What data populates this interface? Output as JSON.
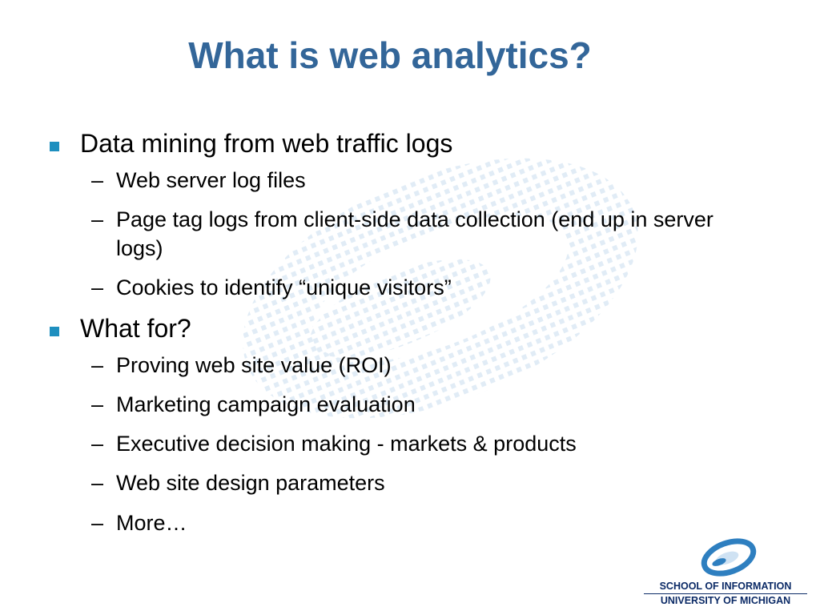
{
  "slide": {
    "title": "What is web analytics?",
    "bullets": [
      {
        "text": "Data mining from web traffic logs",
        "subitems": [
          "Web server log files",
          "Page tag logs from client-side data collection (end up in server logs)",
          "Cookies to identify “unique visitors”"
        ]
      },
      {
        "text": "What for?",
        "subitems": [
          "Proving web site value (ROI)",
          "Marketing campaign evaluation",
          "Executive decision making - markets & products",
          "Web site design parameters",
          "More…"
        ]
      }
    ],
    "dash_glyph": "–",
    "colors": {
      "title": "#336699",
      "bullet": "#1e8fbf",
      "logo_text": "#0b2a66",
      "logo_mark": "#2e7fc0"
    }
  },
  "footer": {
    "logo_icon": "swirl-logo-icon",
    "logo_line1": "SCHOOL OF INFORMATION",
    "logo_line2": "UNIVERSITY OF MICHIGAN"
  }
}
